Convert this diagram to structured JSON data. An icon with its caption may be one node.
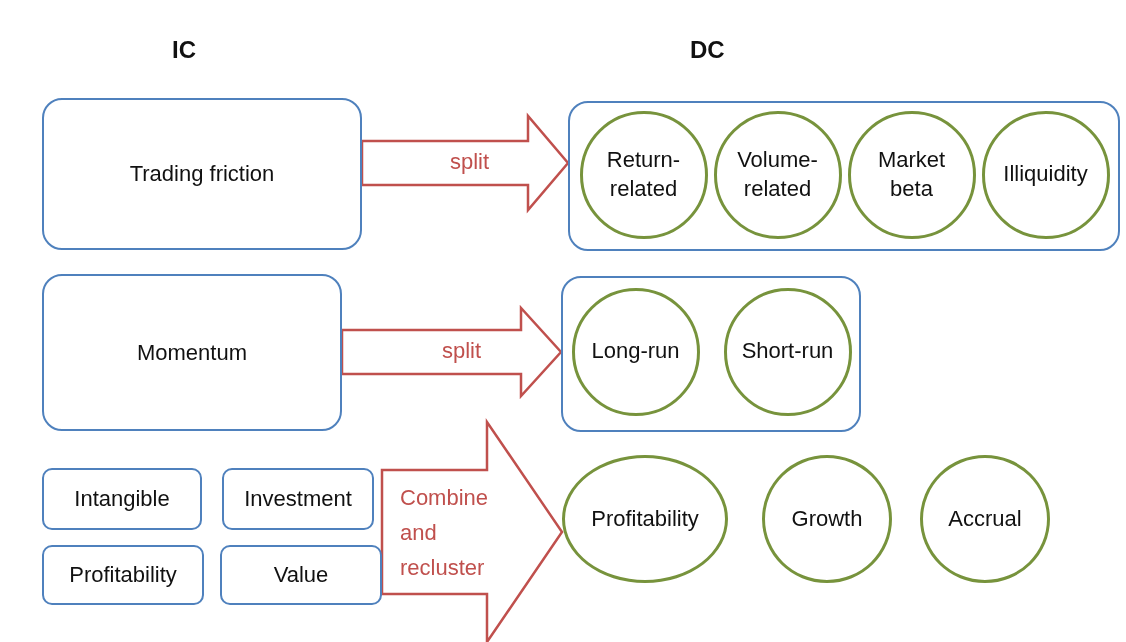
{
  "diagram": {
    "nodes": [
      {
        "text": [
          "Trading friction"
        ]
      },
      {
        "text": [],
        "shape": "box"
      },
      {
        "text": [
          "Return-related"
        ],
        "in": 1
      },
      {
        "text": [
          "Volume-related"
        ],
        "in": 1
      },
      {
        "text": [
          "Market beta"
        ],
        "in": 1
      },
      {
        "text": [
          "Illiquidity"
        ],
        "in": 1
      },
      {
        "text": [
          "Momentum"
        ]
      },
      {
        "text": [],
        "shape": "box"
      },
      {
        "text": [
          "Long-run"
        ],
        "in": 7
      },
      {
        "text": [
          "Short-run"
        ],
        "in": 7
      },
      {
        "text": [
          "Intangible"
        ]
      },
      {
        "text": [
          "Investment"
        ]
      },
      {
        "text": [
          "Profitability"
        ]
      },
      {
        "text": [
          "Value"
        ]
      },
      {
        "text": [
          "Profitability"
        ]
      },
      {
        "text": [
          "Growth"
        ]
      },
      {
        "text": [
          "Accrual"
        ]
      }
    ],
    "edges": [
      {
        "from": 0,
        "to": 1,
        "arrow": "to",
        "label": "split"
      },
      {
        "from": 6,
        "to": 7,
        "arrow": "to",
        "label": "split"
      },
      {
        "from": 11,
        "to": 14,
        "arrow": "to",
        "label": "Combine and recluster"
      },
      {
        "from": 13,
        "to": 14,
        "arrow": "to"
      }
    ],
    "labels": [
      "IC",
      "DC"
    ]
  }
}
